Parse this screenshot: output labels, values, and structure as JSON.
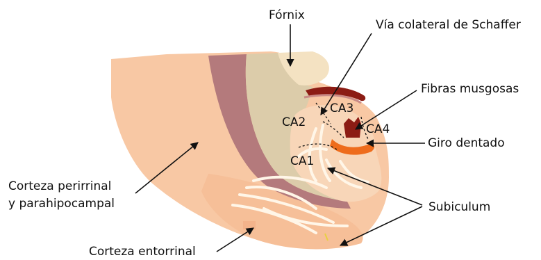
{
  "labels": {
    "fornix": "Fórnix",
    "schaffer": "Vía colateral de Schaffer",
    "mossy": "Fibras musgosas",
    "dentate": "Giro dentado",
    "subiculum": "Subiculum",
    "perirhinal_line1": "Corteza perirrinal",
    "perirhinal_line2": "y parahipocampal",
    "entorhinal": "Corteza entorrinal"
  },
  "regions": {
    "ca1": "CA1",
    "ca2": "CA2",
    "ca3": "CA3",
    "ca4": "CA4"
  },
  "colors": {
    "cortex": "#f8c8a4",
    "cortex_light": "#fbe0c8",
    "mauve_band": "#b47a7c",
    "beige_band": "#dcccaa",
    "fornix": "#f4e2c2",
    "dark_red": "#8c1c14",
    "dentate_orange": "#ee6c1c",
    "fibers": "#fff6e8",
    "arrow": "#111111"
  }
}
